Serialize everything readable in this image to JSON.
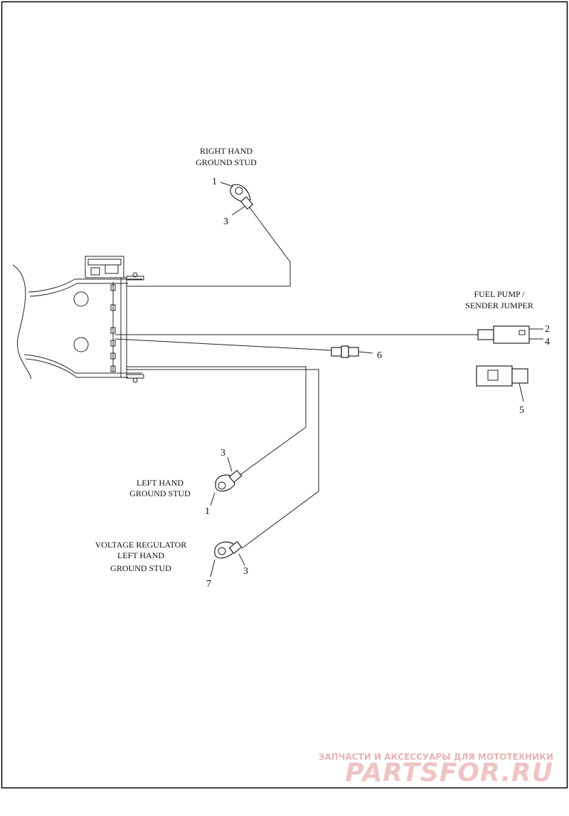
{
  "labels": {
    "right_hand_ground_stud": [
      "RIGHT HAND",
      "GROUND STUD"
    ],
    "fuel_pump_sender_jumper": [
      "FUEL PUMP /",
      "SENDER JUMPER"
    ],
    "left_hand_ground_stud": [
      "LEFT HAND",
      "GROUND STUD"
    ],
    "voltage_regulator_ground_stud": [
      "VOLTAGE REGULATOR",
      "LEFT HAND",
      "GROUND STUD"
    ]
  },
  "callouts": {
    "rh_stud_ring": "1",
    "rh_stud_wire": "3",
    "fuel_conn_top": "2",
    "fuel_conn_bottom": "4",
    "fuel_clip": "5",
    "inline_connector": "6",
    "lh_stud_wire": "3",
    "lh_stud_ring": "1",
    "vr_stud_ring": "7",
    "vr_stud_wire": "3"
  },
  "watermark": {
    "line1": "ЗАПЧАСТИ И АКСЕССУАРЫ ДЛЯ МОТОТЕХНИКИ",
    "line2": "PARTSFOR.RU"
  }
}
